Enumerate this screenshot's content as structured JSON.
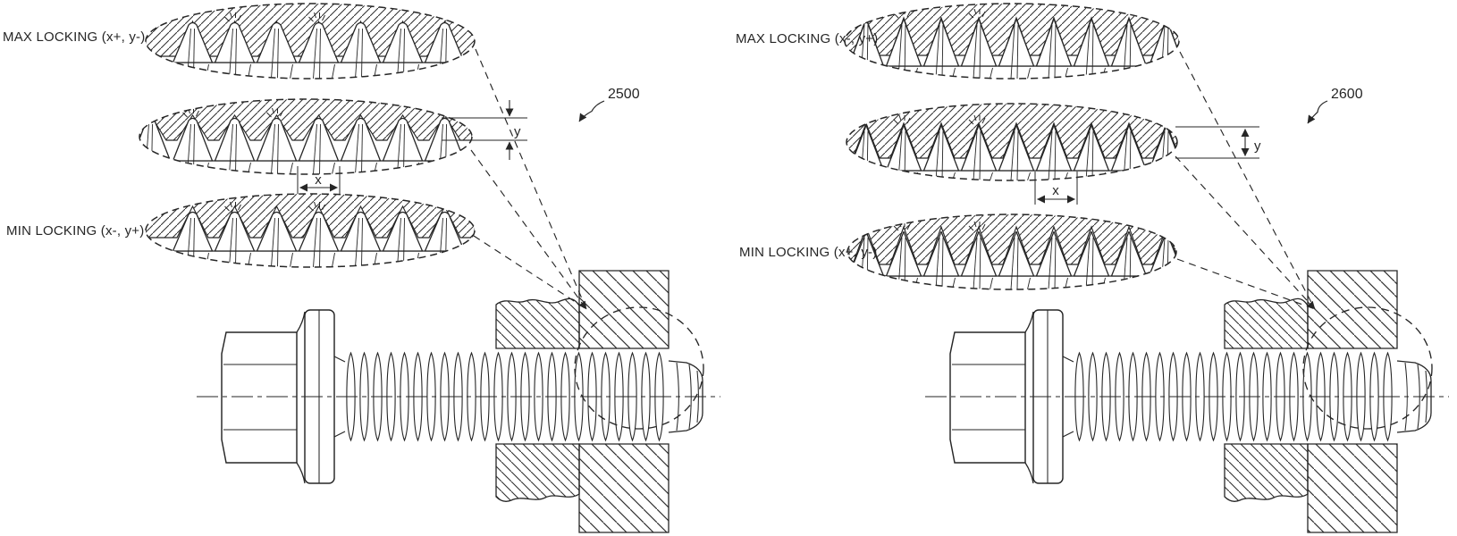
{
  "background": "#ffffff",
  "ink": "#262626",
  "figures": [
    {
      "ref": "2500",
      "max_label": "MAX LOCKING (x+, y-)",
      "min_label": "MIN LOCKING (x-, y+)",
      "dim_x": "x",
      "dim_y": "y",
      "thread_profile": "rounded-trapezoid-crests"
    },
    {
      "ref": "2600",
      "max_label": "MAX LOCKING (x-, y+)",
      "min_label": "MIN LOCKING (x+, y-)",
      "dim_x": "x",
      "dim_y": "y",
      "thread_profile": "sharp-triangular-crests"
    }
  ]
}
